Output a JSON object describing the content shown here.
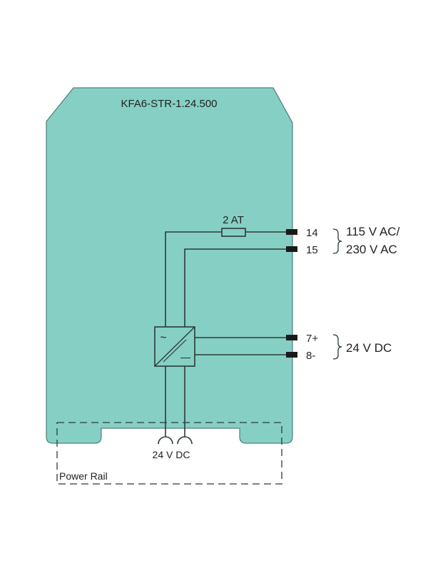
{
  "device": {
    "title": "KFA6-STR-1.24.500",
    "housing_color": "#86cfc4"
  },
  "fuse": {
    "label": "2 AT"
  },
  "terminals": [
    {
      "id": "14"
    },
    {
      "id": "15"
    },
    {
      "id": "7+"
    },
    {
      "id": "8-"
    }
  ],
  "supply": {
    "line1": "115 V AC/",
    "line2": "230 V AC"
  },
  "output": {
    "label": "24 V DC"
  },
  "converter": {
    "input_symbol": "~",
    "output_symbol": "—"
  },
  "power_rail": {
    "voltage": "24 V DC",
    "label": "Power Rail"
  }
}
